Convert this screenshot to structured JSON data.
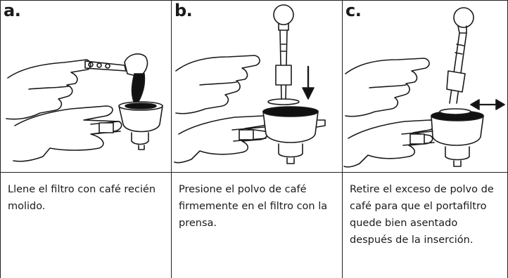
{
  "steps": [
    {
      "letter": "a.",
      "caption": "Llene el filtro con café recién molido."
    },
    {
      "letter": "b.",
      "caption": "Presione el polvo de café firmemente en el filtro con la prensa."
    },
    {
      "letter": "c.",
      "caption": "Retire el exceso de polvo de café para que el portafiltro quede bien asentado después de la inserción."
    }
  ],
  "colors": {
    "line": "#222222",
    "ink": "#1a1a1a",
    "coffee": "#111111"
  }
}
